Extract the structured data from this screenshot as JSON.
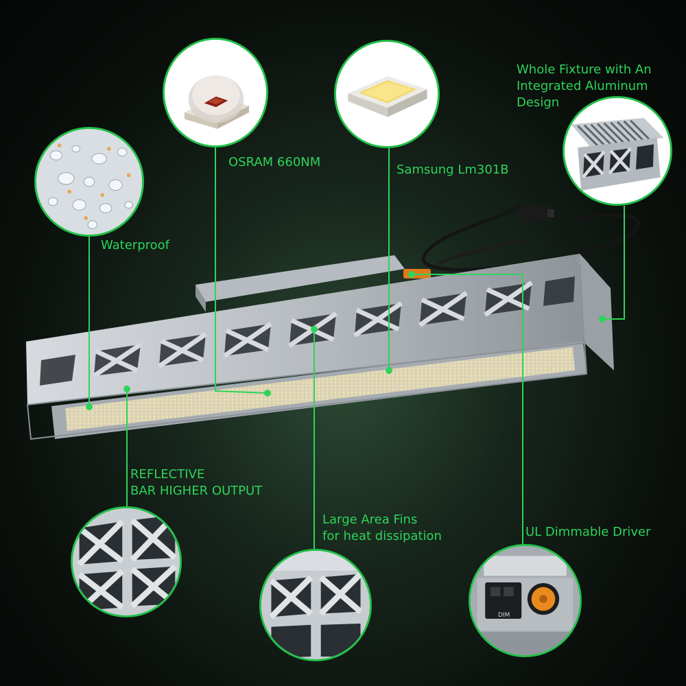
{
  "colors": {
    "accent": "#2fd35a",
    "background": "#0b100c",
    "fixture_metal": "#c9ced3",
    "led_warm": "#f3e2b0"
  },
  "callouts": {
    "osram": {
      "label": "OSRAM 660NM",
      "icon": "osram-led-chip-icon"
    },
    "samsung": {
      "label": "Samsung Lm301B",
      "icon": "samsung-led-chip-icon"
    },
    "waterproof": {
      "label": "Waterproof",
      "icon": "water-droplets-icon"
    },
    "aluminum": {
      "label": "Whole Fixture with An\nIntegrated Aluminum\nDesign",
      "icon": "aluminum-heatsink-icon"
    },
    "reflective": {
      "label": "REFLECTIVE\nBAR HIGHER OUTPUT",
      "icon": "reflective-bar-icon"
    },
    "fins": {
      "label": "Large Area Fins\nfor heat dissipation",
      "icon": "heat-fins-icon"
    },
    "driver": {
      "label": "UL Dimmable Driver",
      "icon": "dimmable-driver-icon",
      "port_label": "DIM"
    }
  }
}
